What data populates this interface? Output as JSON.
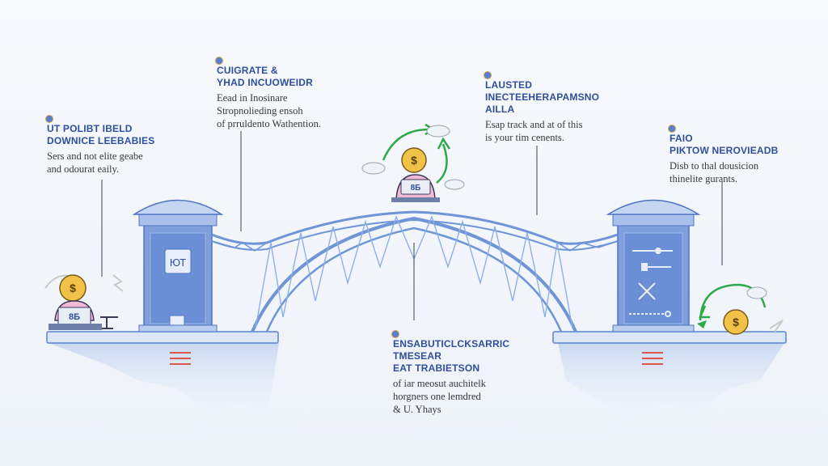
{
  "annotations": [
    {
      "id": "a1",
      "title1": "UT POLIBT IBELD",
      "title2": "DOWNICE LEEBABIES",
      "body1": "Sers and not elite geabe",
      "body2": "and odourat eaily."
    },
    {
      "id": "a2",
      "title1": "CUIGRATE &",
      "title2": "YHAD INCUOWEIDR",
      "body1": "Eead in Inosinare",
      "body2": "Stropnolieding ensoh",
      "body3": "of prruldento Wathention."
    },
    {
      "id": "a3",
      "title1": "LAUSTED",
      "title2": "INECTEEHERAPAMSNO",
      "title3": "AILLA",
      "body1": "Esap track and at of this",
      "body2": "is your tim cenents."
    },
    {
      "id": "a4",
      "title1": "FAIO",
      "title2": "PIKTOW NEROVIEADB",
      "body1": "Disb to thal dousicion",
      "body2": "thinelite gurants."
    },
    {
      "id": "a5",
      "title1": "ENSABUTICLCKSARRIC",
      "title2": "TMESEAR",
      "title3": "EAT TRABIETSON",
      "body1": "of iar meosut auchitelk",
      "body2": "horgners one lemdred",
      "body3": "& U. Yhays"
    }
  ],
  "labels": {
    "left_pier_panel": "ЮТ",
    "left_figure_badge": "8Б",
    "center_figure_badge": "8Б",
    "left_coin": "$",
    "center_coin": "$",
    "right_coin": "$"
  },
  "colors": {
    "bridge_blue": "#6f95d8",
    "pier_blue": "#7fa0dd",
    "accent_green": "#2fa84b",
    "coin_gold": "#f2c148",
    "shirt_pink": "#f1b9d8",
    "title_blue": "#2e4f9c"
  }
}
